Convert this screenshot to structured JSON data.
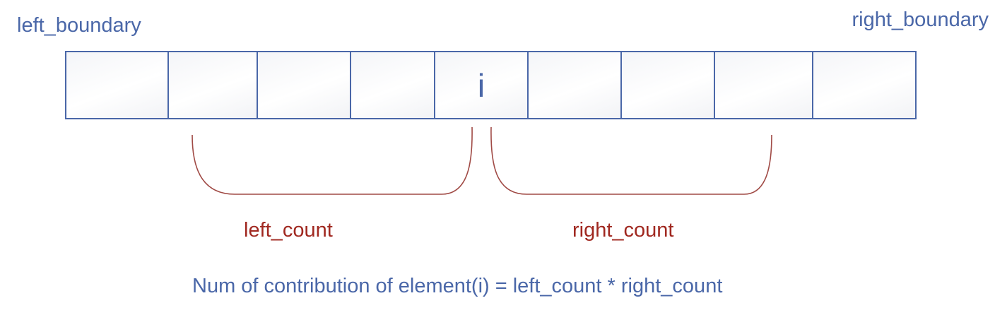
{
  "labels": {
    "left_boundary": "left_boundary",
    "right_boundary": "right_boundary",
    "left_count": "left_count",
    "right_count": "right_count",
    "formula": "Num of contribution of element(i) = left_count * right_count"
  },
  "array": {
    "cells": [
      "",
      "",
      "",
      "",
      "i",
      "",
      "",
      "",
      ""
    ],
    "highlighted_index": 4
  },
  "colors": {
    "array_border": "#4a67a8",
    "boundary_text": "#4a67a8",
    "count_text": "#a02820",
    "brace": "#a04a45"
  }
}
